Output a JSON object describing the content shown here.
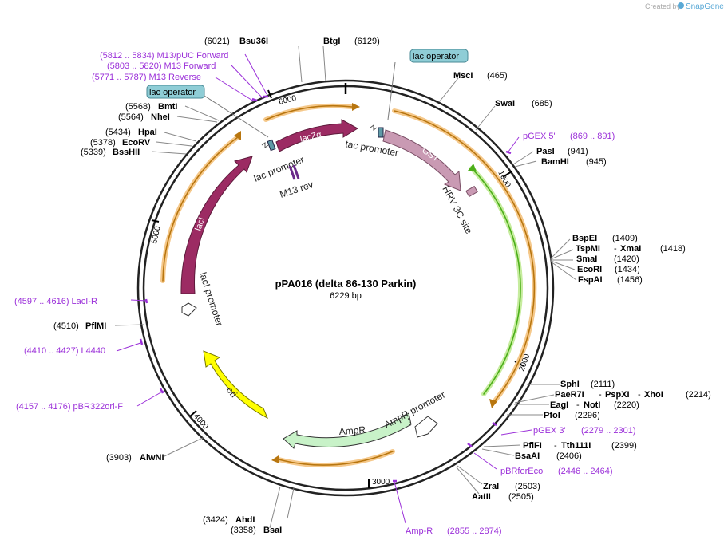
{
  "credit": {
    "prefix": "Created by",
    "brand": "SnapGene"
  },
  "plasmid": {
    "name": "pPA016 (delta 86-130 Parkin)",
    "length": "6229 bp"
  },
  "ticks": [
    "1000",
    "2000",
    "3000",
    "4000",
    "5000",
    "6000"
  ],
  "features": {
    "lacZa": "lacZα",
    "lacI": "lacI",
    "gst": "GST",
    "ori": "ori",
    "ampr": "AmpR",
    "ampr_promoter": "AmpR promoter",
    "lacI_promoter": "lacI promoter",
    "lac_promoter": "lac promoter",
    "tac_promoter": "tac promoter",
    "m13_rev": "M13 rev",
    "hrv": "HRV 3C site",
    "lac_operator_1": "lac operator",
    "lac_operator_2": "lac operator"
  },
  "sites": {
    "btgi": {
      "name": "BtgI",
      "pos": "(6129)"
    },
    "bsu36i": {
      "name": "Bsu36I",
      "pos": "(6021)"
    },
    "msci": {
      "name": "MscI",
      "pos": "(465)"
    },
    "swai": {
      "name": "SwaI",
      "pos": "(685)"
    },
    "pasi": {
      "name": "PasI",
      "pos": "(941)"
    },
    "bamhi": {
      "name": "BamHI",
      "pos": "(945)"
    },
    "bspei": {
      "name": "BspEI",
      "pos": "(1409)"
    },
    "tspmi": {
      "name": "TspMI",
      "sep": "- ",
      "name2": "XmaI",
      "pos": "(1418)"
    },
    "smai": {
      "name": "SmaI",
      "pos": "(1420)"
    },
    "ecori": {
      "name": "EcoRI",
      "pos": "(1434)"
    },
    "fspai": {
      "name": "FspAI",
      "pos": "(1456)"
    },
    "sphi": {
      "name": "SphI",
      "pos": "(2111)"
    },
    "paer7i": {
      "name": "PaeR7I",
      "sep1": "- ",
      "name2": "PspXI",
      "sep2": "- ",
      "name3": "XhoI",
      "pos": "(2214)"
    },
    "eagi": {
      "name": "EagI",
      "sep": "- ",
      "name2": "NotI",
      "pos": "(2220)"
    },
    "pfoi": {
      "name": "PfoI",
      "pos": "(2296)"
    },
    "pflfi": {
      "name": "PflFI",
      "sep": "- ",
      "name2": "Tth111I",
      "pos": "(2399)"
    },
    "bsaai": {
      "name": "BsaAI",
      "pos": "(2406)"
    },
    "zrai": {
      "name": "ZraI",
      "pos": "(2503)"
    },
    "aatii": {
      "name": "AatII",
      "pos": "(2505)"
    },
    "ahdi": {
      "name": "AhdI",
      "pos": "(3424)"
    },
    "bsai": {
      "name": "BsaI",
      "pos": "(3358)"
    },
    "alwni": {
      "name": "AlwNI",
      "pos": "(3903)"
    },
    "pflmi": {
      "name": "PflMI",
      "pos": "(4510)"
    },
    "bssh2": {
      "name": "BssHII",
      "pos": "(5339)"
    },
    "ecorv": {
      "name": "EcoRV",
      "pos": "(5378)"
    },
    "hpai": {
      "name": "HpaI",
      "pos": "(5434)"
    },
    "nhei": {
      "name": "NheI",
      "pos": "(5564)"
    },
    "bmti": {
      "name": "BmtI",
      "pos": "(5568)"
    }
  },
  "primers": {
    "m13puc": "(5812 .. 5834)  M13/pUC Forward",
    "m13fwd": "(5803 .. 5820)  M13 Forward",
    "m13rev": "(5771 .. 5787)  M13 Reverse",
    "pgex5": "pGEX 5'",
    "pgex5_pos": "(869 .. 891)",
    "pgex3": "pGEX 3'",
    "pgex3_pos": "(2279 .. 2301)",
    "pbrfor": "pBRforEco",
    "pbrfor_pos": "(2446 .. 2464)",
    "ampr_p": "Amp-R",
    "ampr_p_pos": "(2855 .. 2874)",
    "laci_r": "(4597 .. 4616)  LacI-R",
    "l4440": "(4410 .. 4427)  L4440",
    "pbr322": "(4157 .. 4176)  pBR322ori-F"
  },
  "colors": {
    "lacZa": "#9c2b63",
    "lacI": "#9c2b63",
    "gst": "#c99ab3",
    "ori": "#ffff00",
    "ampr": "#c8f2c8",
    "orf_orange": "#f5a623",
    "gst_green": "#4caf1a",
    "primer": "#9b30d9",
    "operator": "#8fcdd6"
  }
}
